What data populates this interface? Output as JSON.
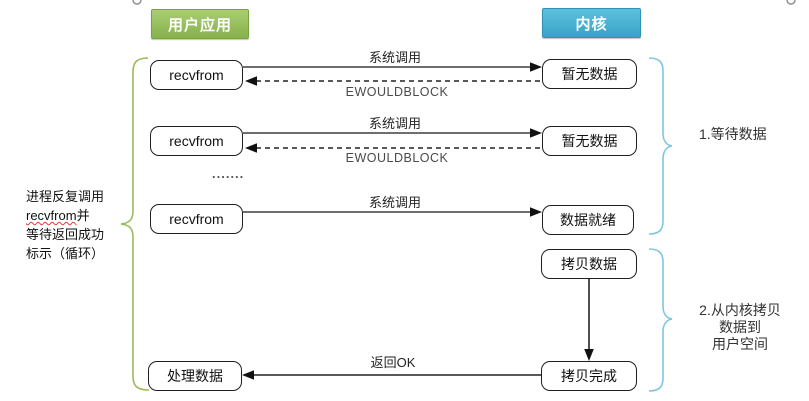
{
  "headers": {
    "user_app": "用户应用",
    "kernel": "内核"
  },
  "nodes": {
    "recvfrom1": "recvfrom",
    "recvfrom2": "recvfrom",
    "recvfrom3": "recvfrom",
    "process_data": "处理数据",
    "no_data1": "暂无数据",
    "no_data2": "暂无数据",
    "data_ready": "数据就绪",
    "copy_data": "拷贝数据",
    "copy_done": "拷贝完成"
  },
  "edge_labels": {
    "syscall1": "系统调用",
    "ewouldblock1": "EWOULDBLOCK",
    "syscall2": "系统调用",
    "ewouldblock2": "EWOULDBLOCK",
    "syscall3": "系统调用",
    "return_ok": "返回OK",
    "ellipsis": "......."
  },
  "left_note": {
    "line1": "进程反复调用",
    "line2_word": "recvfrom",
    "line2_rest": "并",
    "line3": "等待返回成功",
    "line4": "标示（循环）"
  },
  "annotations": {
    "step1": "1.等待数据",
    "step2_line1": "2.从内核拷贝",
    "step2_line2": "数据到",
    "step2_line3": "用户空间"
  },
  "colors": {
    "header_green": "#8cb84e",
    "header_teal": "#43accb",
    "brace_green": "#9bbb59",
    "brace_blue": "#7cc7de",
    "line_dark": "#3f3f3f"
  }
}
